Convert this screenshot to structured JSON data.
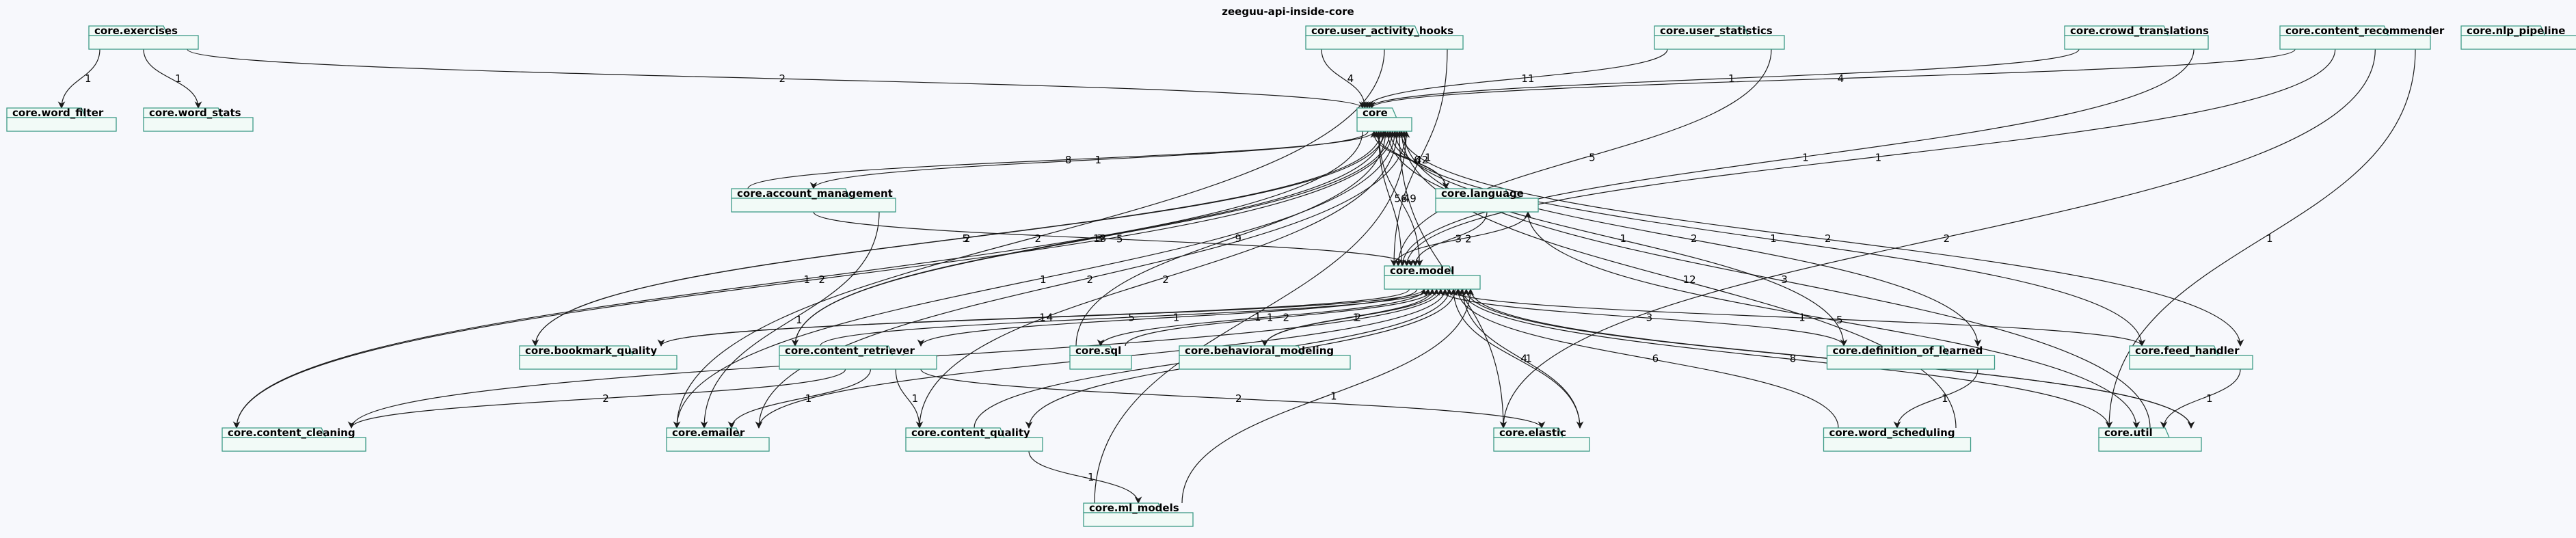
{
  "title": "zeeguu-api-inside-core",
  "packages": {
    "exercises": "core.exercises",
    "word_filter": "core.word_filter",
    "word_stats": "core.word_stats",
    "core": "core",
    "user_activity_hooks": "core.user_activity_hooks",
    "user_statistics": "core.user_statistics",
    "crowd_translations": "core.crowd_translations",
    "content_recommender": "core.content_recommender",
    "nlp_pipeline": "core.nlp_pipeline",
    "account_management": "core.account_management",
    "language": "core.language",
    "model": "core.model",
    "bookmark_quality": "core.bookmark_quality",
    "content_retriever": "core.content_retriever",
    "sql": "core.sql",
    "behavioral_modeling": "core.behavioral_modeling",
    "definition_of_learned": "core.definition_of_learned",
    "feed_handler": "core.feed_handler",
    "content_cleaning": "core.content_cleaning",
    "emailer": "core.emailer",
    "content_quality": "core.content_quality",
    "elastic": "core.elastic",
    "word_scheduling": "core.word_scheduling",
    "util": "core.util",
    "ml_models": "core.ml_models"
  },
  "edges": [
    {
      "from": "exercises",
      "to": "word_filter",
      "label": "1"
    },
    {
      "from": "exercises",
      "to": "word_stats",
      "label": "1"
    },
    {
      "from": "exercises",
      "to": "core",
      "label": "2"
    },
    {
      "from": "user_activity_hooks",
      "to": "core",
      "label": "4"
    },
    {
      "from": "user_activity_hooks",
      "to": "emailer",
      "label": "2"
    },
    {
      "from": "user_activity_hooks",
      "to": "model",
      "label": "1"
    },
    {
      "from": "user_statistics",
      "to": "core",
      "label": "11"
    },
    {
      "from": "user_statistics",
      "to": "model",
      "label": "5"
    },
    {
      "from": "crowd_translations",
      "to": "core",
      "label": "1"
    },
    {
      "from": "crowd_translations",
      "to": "model",
      "label": "1"
    },
    {
      "from": "content_recommender",
      "to": "core",
      "label": "4"
    },
    {
      "from": "content_recommender",
      "to": "model",
      "label": "1"
    },
    {
      "from": "content_recommender",
      "to": "elastic",
      "label": "2"
    },
    {
      "from": "content_recommender",
      "to": "util",
      "label": "1"
    },
    {
      "from": "core",
      "to": "content_cleaning",
      "label": "1"
    },
    {
      "from": "account_management",
      "to": "core",
      "label": "8"
    },
    {
      "from": "core",
      "to": "account_management",
      "label": "1"
    },
    {
      "from": "account_management",
      "to": "model",
      "label": "5"
    },
    {
      "from": "account_management",
      "to": "emailer",
      "label": "1"
    },
    {
      "from": "language",
      "to": "core",
      "label": "42"
    },
    {
      "from": "core",
      "to": "language",
      "label": "6"
    },
    {
      "from": "language",
      "to": "model",
      "label": "3"
    },
    {
      "from": "model",
      "to": "language",
      "label": "2"
    },
    {
      "from": "language",
      "to": "util",
      "label": "5"
    },
    {
      "from": "model",
      "to": "core",
      "label": "56"
    },
    {
      "from": "core",
      "to": "model",
      "label": "49"
    },
    {
      "from": "bookmark_quality",
      "to": "core",
      "label": "5"
    },
    {
      "from": "core",
      "to": "bookmark_quality",
      "label": "2"
    },
    {
      "from": "model",
      "to": "bookmark_quality",
      "label": "1"
    },
    {
      "from": "bookmark_quality",
      "to": "model",
      "label": "4"
    },
    {
      "from": "content_retriever",
      "to": "core",
      "label": "13"
    },
    {
      "from": "core",
      "to": "content_retriever",
      "label": "3"
    },
    {
      "from": "content_retriever",
      "to": "model",
      "label": "5"
    },
    {
      "from": "model",
      "to": "content_retriever",
      "label": "1"
    },
    {
      "from": "content_retriever",
      "to": "content_cleaning",
      "label": "2"
    },
    {
      "from": "content_retriever",
      "to": "emailer",
      "label": "1"
    },
    {
      "from": "content_retriever",
      "to": "content_quality",
      "label": "1"
    },
    {
      "from": "content_retriever",
      "to": "elastic",
      "label": "2"
    },
    {
      "from": "sql",
      "to": "core",
      "label": "9"
    },
    {
      "from": "sql",
      "to": "model",
      "label": "2"
    },
    {
      "from": "model",
      "to": "sql",
      "label": "1"
    },
    {
      "from": "behavioral_modeling",
      "to": "model",
      "label": "2"
    },
    {
      "from": "model",
      "to": "behavioral_modeling",
      "label": "1"
    },
    {
      "from": "model",
      "to": "definition_of_learned",
      "label": "3"
    },
    {
      "from": "definition_of_learned",
      "to": "core",
      "label": "1"
    },
    {
      "from": "core",
      "to": "definition_of_learned",
      "label": "2"
    },
    {
      "from": "definition_of_learned",
      "to": "word_scheduling",
      "label": "1"
    },
    {
      "from": "model",
      "to": "feed_handler",
      "label": "1"
    },
    {
      "from": "feed_handler",
      "to": "core",
      "label": "1"
    },
    {
      "from": "core",
      "to": "feed_handler",
      "label": "2"
    },
    {
      "from": "feed_handler",
      "to": "util",
      "label": "1"
    },
    {
      "from": "content_cleaning",
      "to": "core",
      "label": "2"
    },
    {
      "from": "content_cleaning",
      "to": "model",
      "label": "1"
    },
    {
      "from": "emailer",
      "to": "core",
      "label": "1"
    },
    {
      "from": "core",
      "to": "emailer",
      "label": "2"
    },
    {
      "from": "emailer",
      "to": "model",
      "label": "2"
    },
    {
      "from": "content_quality",
      "to": "core",
      "label": "2"
    },
    {
      "from": "content_quality",
      "to": "model",
      "label": "1"
    },
    {
      "from": "model",
      "to": "content_quality",
      "label": "1"
    },
    {
      "from": "content_quality",
      "to": "ml_models",
      "label": "1"
    },
    {
      "from": "elastic",
      "to": "core",
      "label": "4"
    },
    {
      "from": "elastic",
      "to": "model",
      "label": "4"
    },
    {
      "from": "model",
      "to": "elastic",
      "label": "1"
    },
    {
      "from": "word_scheduling",
      "to": "model",
      "label": "6"
    },
    {
      "from": "word_scheduling",
      "to": "core",
      "label": "12"
    },
    {
      "from": "util",
      "to": "model",
      "label": "8"
    },
    {
      "from": "model",
      "to": "util",
      "label": "1"
    },
    {
      "from": "util",
      "to": "core",
      "label": "3"
    },
    {
      "from": "util",
      "to": "model",
      "label": "7"
    },
    {
      "from": "ml_models",
      "to": "core",
      "label": "1"
    },
    {
      "from": "ml_models",
      "to": "model",
      "label": "1"
    }
  ]
}
